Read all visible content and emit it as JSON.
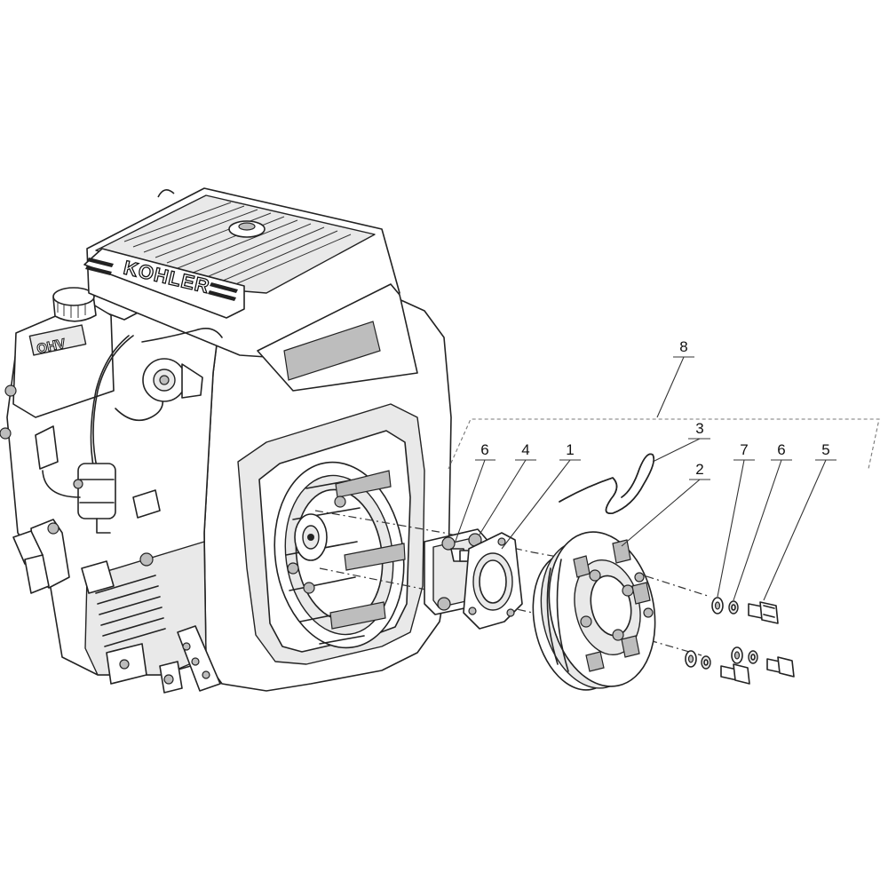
{
  "brand_label": "KOHLER",
  "ohv_label": "OHV",
  "callouts": [
    {
      "id": "c8",
      "label": "8"
    },
    {
      "id": "c6a",
      "label": "6"
    },
    {
      "id": "c4",
      "label": "4"
    },
    {
      "id": "c1",
      "label": "1"
    },
    {
      "id": "c3",
      "label": "3"
    },
    {
      "id": "c2",
      "label": "2"
    },
    {
      "id": "c7",
      "label": "7"
    },
    {
      "id": "c6b",
      "label": "6"
    },
    {
      "id": "c5",
      "label": "5"
    }
  ]
}
